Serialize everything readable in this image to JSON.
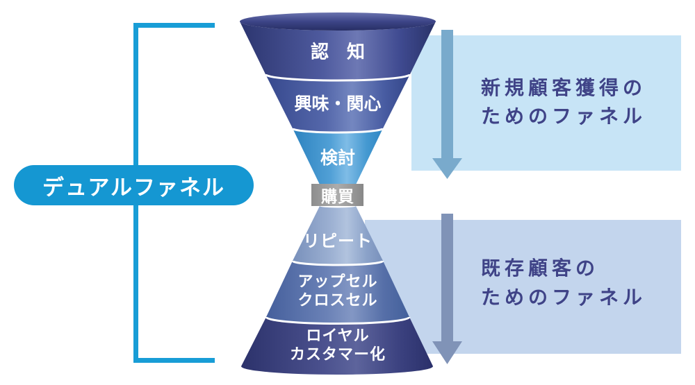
{
  "pill": {
    "label": "デュアルファネル"
  },
  "funnel": {
    "upper_stages": [
      {
        "label": "認　知"
      },
      {
        "label": "興味・関心"
      },
      {
        "label": "検討"
      }
    ],
    "purchase": {
      "label": "購買"
    },
    "lower_stages": [
      {
        "lines": [
          "リピート"
        ]
      },
      {
        "lines": [
          "アップセル",
          "クロスセル"
        ]
      },
      {
        "lines": [
          "ロイヤル",
          "カスタマー化"
        ]
      }
    ]
  },
  "notes": {
    "new_customers": {
      "lines": [
        "新規顧客獲得の",
        "ためのファネル"
      ]
    },
    "existing_customers": {
      "lines": [
        "既存顧客の",
        "ためのファネル"
      ]
    }
  },
  "colors": {
    "pill_bg": "#1597d2",
    "bracket": "#189dd6",
    "upper_panel_bg": "#c7e4f6",
    "lower_panel_bg": "#c3d5ed",
    "upper_arrow": "#79aacc",
    "lower_arrow": "#8093b7",
    "note_text": "#3f4387",
    "purchase_box": "#9b9b9b",
    "upper_stage_fills": [
      "#3c4790",
      "#4a5fa6",
      "#4f9fd6"
    ],
    "lower_stage_fills": [
      "#93a9cd",
      "#5b74a9",
      "#3a4080"
    ]
  }
}
